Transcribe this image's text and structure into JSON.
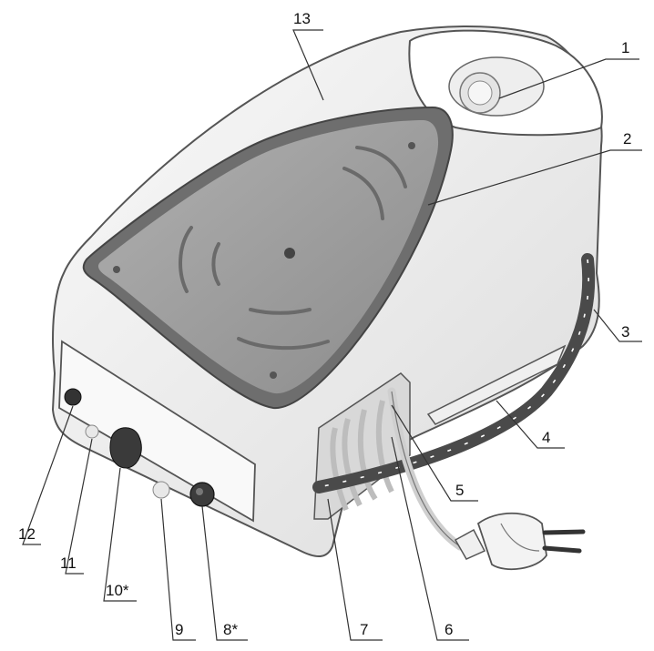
{
  "labels": {
    "l1": "1",
    "l2": "2",
    "l3": "3",
    "l4": "4",
    "l5": "5",
    "l6": "6",
    "l7": "7",
    "l8": "8*",
    "l9": "9",
    "l10": "10*",
    "l11": "11",
    "l12": "12",
    "l13": "13"
  },
  "colors": {
    "body": "#f4f4f4",
    "soleplate_rim": "#666666",
    "soleplate": "#9a9a9a",
    "hose": "#4a4a4a"
  }
}
